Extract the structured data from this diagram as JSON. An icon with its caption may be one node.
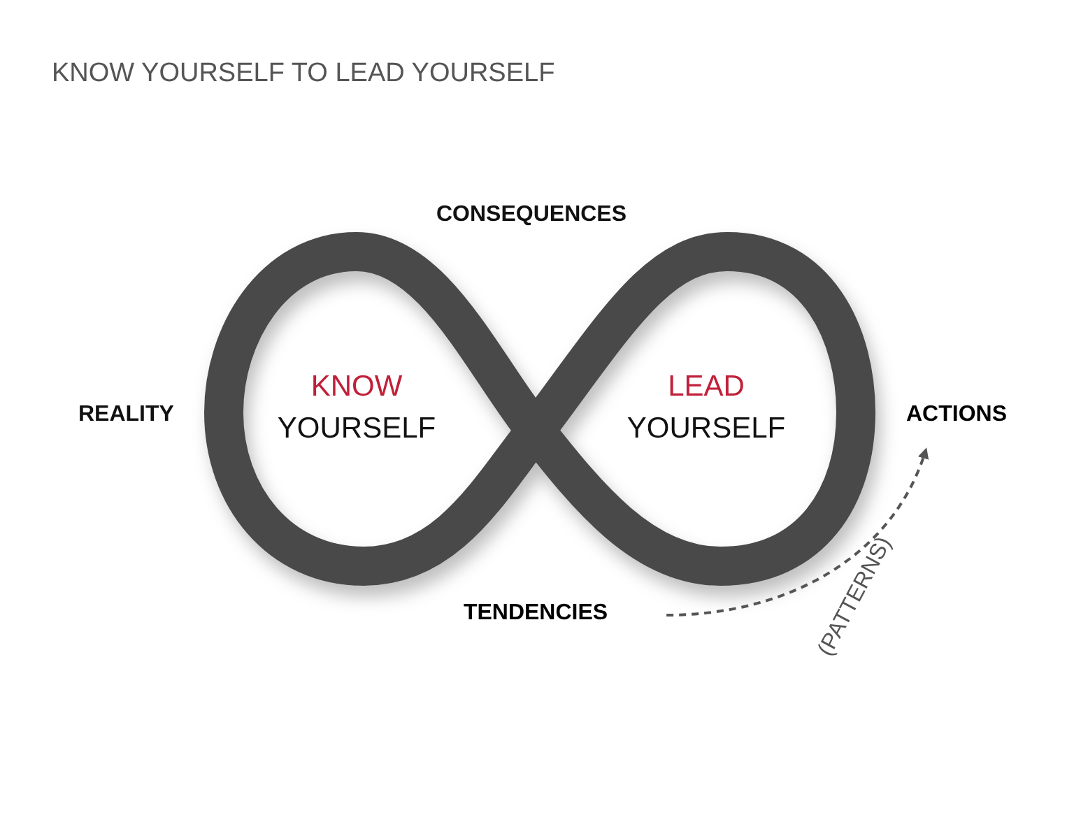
{
  "diagram": {
    "title": "KNOW YOURSELF TO LEAD YOURSELF",
    "nodes": [
      {
        "text": [
          "KNOW",
          "YOURSELF"
        ]
      },
      {
        "text": [
          "LEAD",
          "YOURSELF"
        ]
      },
      {
        "text": [
          "TENDENCIES"
        ]
      },
      {
        "text": [
          "ACTIONS"
        ]
      }
    ],
    "edges": [
      {
        "from": 2,
        "to": 3,
        "arrow": "to",
        "style": "dashed",
        "label": "(PATTERNS)"
      }
    ],
    "labels": [
      "CONSEQUENCES",
      "REALITY"
    ]
  }
}
